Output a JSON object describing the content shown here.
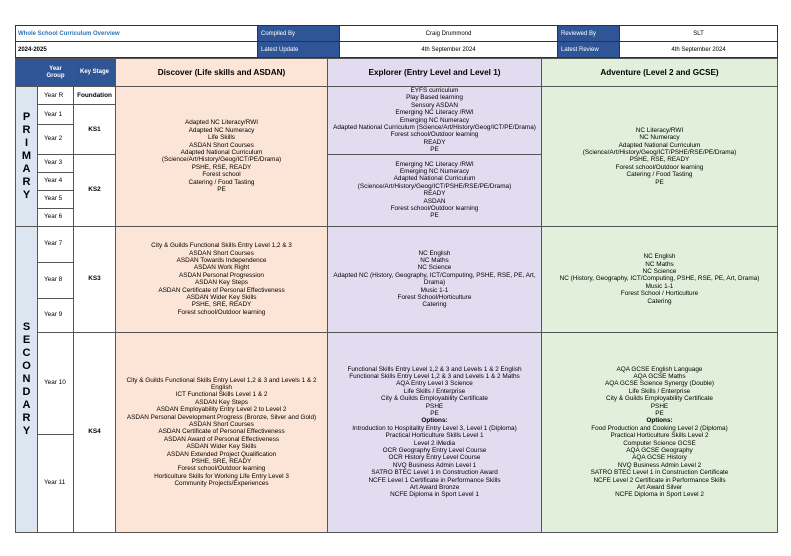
{
  "header": {
    "title_line1": "Whole School Curriculum Overview",
    "title_line2": "2024-2025",
    "compiled_by_label": "Compiled By",
    "compiled_by_value": "Craig Drummond",
    "reviewed_by_label": "Reviewed By",
    "reviewed_by_value": "SLT",
    "latest_update_label": "Latest Update",
    "latest_update_value": "4th September 2024",
    "latest_review_label": "Latest Review",
    "latest_review_value": "4th September 2024"
  },
  "columns": {
    "year_group": "Year Group",
    "key_stage": "Key Stage",
    "discover": "Discover (Life skills and ASDAN)",
    "explorer": "Explorer (Entry Level and Level 1)",
    "adventure": "Adventure (Level 2  and GCSE)"
  },
  "phases": {
    "primary": [
      "P",
      "R",
      "I",
      "M",
      "A",
      "R",
      "Y"
    ],
    "secondary": [
      "S",
      "E",
      "C",
      "O",
      "N",
      "D",
      "A",
      "R",
      "Y"
    ]
  },
  "years": {
    "r": "Year R",
    "y1": "Year 1",
    "y2": "Year 2",
    "y3": "Year 3",
    "y4": "Year 4",
    "y5": "Year 5",
    "y6": "Year 6",
    "y7": "Year 7",
    "y8": "Year 8",
    "y9": "Year 9",
    "y10": "Year 10",
    "y11": "Year 11"
  },
  "key_stages": {
    "foundation": "Foundation",
    "ks1": "KS1",
    "ks2": "KS2",
    "ks3": "KS3",
    "ks4": "KS4"
  },
  "discover": {
    "primary": [
      "Adapted NC Literacy/RWI",
      "Adapted NC Numeracy",
      "Life Skills",
      "ASDAN Short Courses",
      "Adapted National Curriculum",
      "(Science/Art/History/Geog/ICT/PE/Drama)",
      "PSHE, RSE, READY",
      "Forest school",
      "Catering / Food Tasting",
      "PE"
    ],
    "ks3": [
      "City & Guilds Functional Skills Entry Level 1,2 & 3",
      "ASDAN Short Courses",
      "ASDAN Towards Independence",
      "ASDAN Work Right",
      "ASDAN Personal Progression",
      "ASDAN Key Steps",
      "ASDAN Certificate of Personal Effectiveness",
      "ASDAN Wider Key Skills",
      "PSHE, SRE, READY",
      "Forest school/Outdoor learning"
    ],
    "ks4": [
      "City & Guilds Functional Skills Entry Level 1,2 & 3 and Levels 1 & 2 English",
      "ICT Functional Skills Level 1 & 2",
      "ASDAN Key Steps",
      "ASDAN Employability Entry Level 2 to Level 2",
      "ASDAN Personal Development Progress (Bronze, Silver and Gold)",
      "ASDAN Short Courses",
      "ASDAN Certificate of Personal Effectiveness",
      "ASDAN Award of Personal Effectiveness",
      "ASDAN Wider Key Skills",
      "ASDAN Extended Project Qualification",
      "PSHE, SRE, READY",
      "Forest school/Outdoor learning",
      "Horticulture Skills for Working Life Entry Level 3",
      "Community Projects/Experiences"
    ]
  },
  "explorer": {
    "early": [
      "EYFS curriculum",
      "Play Based learning",
      "Sensory ASDAN",
      "Emerging NC Literacy /RWI",
      "Emerging NC Numeracy",
      "Adapted National Curriculum (Science/Art/History/Geog/ICT/PE/Drama)",
      "Forest school/Outdoor learning",
      "READY",
      "PE"
    ],
    "ks2": [
      "Emerging NC Literacy /RWI",
      "Emerging NC Numeracy",
      "Adapted National Curriculum",
      "(Science/Art/History/Geog/ICT/PSHE/RSE/PE/Drama)",
      "READY",
      "ASDAN",
      "Forest school/Outdoor learning",
      "PE"
    ],
    "ks3": [
      "NC English",
      "NC Maths",
      "NC Science",
      "Adapted NC (History, Geography, ICT/Computing, PSHE, RSE, PE, Art, Drama)",
      "Music 1-1",
      "Forest School/Horticulture",
      "Catering"
    ],
    "ks4": [
      "Functional Skills Entry Level 1,2 & 3 and Levels 1 & 2 English",
      "Functional Skills Entry Level 1,2 & 3 and Levels 1 & 2 Maths",
      "AQA Entry Level 3 Science",
      "Life Skills / Enterprise",
      "City & Guilds Employability Certificate",
      "PSHE",
      "PE"
    ],
    "options_label": "Options:",
    "ks4_options": [
      "Introduction to Hospitality Entry Level 3, Level 1 (Diploma)",
      "Practical Horticulture Skills Level 1",
      "Level 2 iMedia",
      "OCR Geography Entry Level Course",
      "OCR History Entry Level Course",
      "NVQ Business Admin Level 1",
      "SATRO BTEC Level 1 in Construction Award",
      "NCFE Level 1 Certificate in Performance Skills",
      "Art Award Bronze",
      "NCFE Diploma in Sport Level 1"
    ]
  },
  "adventure": {
    "primary": [
      "NC Literacy/RWI",
      "NC Numeracy",
      "Adapted National Curriculum",
      "(Science/Art/History/Geog/ICT/PSHE/RSE/PE/Drama)",
      "PSHE, RSE, READY",
      "Forest school/Outdoor learning",
      "Catering / Food Tasting",
      "PE"
    ],
    "ks3": [
      "NC English",
      "NC Maths",
      "NC Science",
      "NC (History, Geography, ICT/Computing, PSHE, RSE, PE, Art, Drama)",
      "Music 1-1",
      "Forest School / Horticulture",
      "Catering"
    ],
    "ks4": [
      "AQA GCSE English Language",
      "AQA GCSE Maths",
      "AQA GCSE Science Synergy (Double)",
      "Life Skills / Enterprise",
      "City & Guilds Employability Certificate",
      "PSHE",
      "PE"
    ],
    "options_label": "Options:",
    "ks4_options": [
      "Food Production and Cooking Level 2 (Diploma)",
      "Practical Horticulture Skills Level 2",
      "Computer Science GCSE",
      "AQA GCSE Geography",
      "AQA GCSE History",
      "NVQ Business Admin Level 2",
      "SATRO BTEC Level 1 in Construction Certificate",
      "NCFE Level 2 Certificate in Performance Skills",
      "Art Award Silver",
      "NCFE Diploma in Sport Level 2"
    ]
  }
}
